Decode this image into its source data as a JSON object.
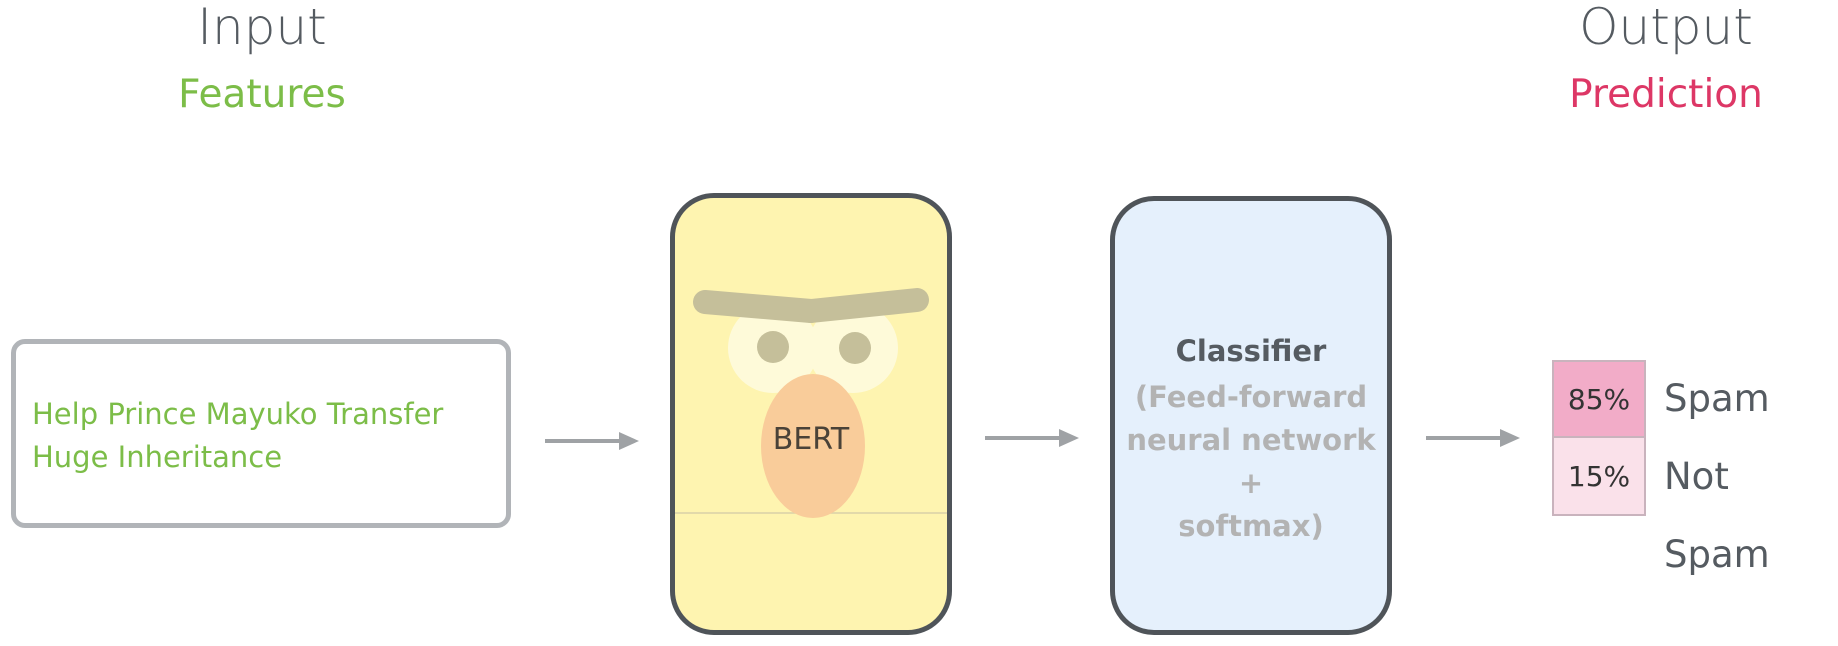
{
  "input": {
    "heading": "Input",
    "subheading": "Features",
    "text_line1": "Help Prince Mayuko Transfer",
    "text_line2": "Huge Inheritance"
  },
  "output": {
    "heading": "Output",
    "subheading": "Prediction"
  },
  "bert": {
    "label": "BERT"
  },
  "classifier": {
    "title": "Classifier",
    "desc_line1": "(Feed-forward",
    "desc_line2": "neural network +",
    "desc_line3": "softmax)"
  },
  "predictions": [
    {
      "percent": "85%",
      "label": "Spam",
      "color": "#f2acc8"
    },
    {
      "percent": "15%",
      "label": "Not Spam",
      "color": "#fae1ea"
    }
  ],
  "colors": {
    "features_green": "#7cbd48",
    "prediction_red": "#dd3766",
    "bert_yellow": "#fef4b0",
    "classifier_blue": "#e5f0fc",
    "heading_gray": "#555b61"
  }
}
